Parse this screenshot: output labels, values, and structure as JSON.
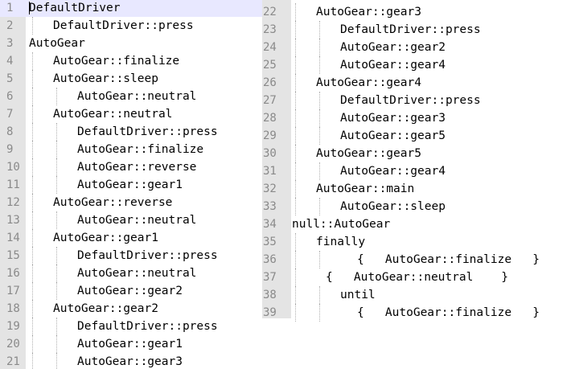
{
  "editor": {
    "left_pane": {
      "lines": [
        {
          "num": "1",
          "text": "DefaultDriver",
          "indent": 0,
          "current": true
        },
        {
          "num": "2",
          "text": "DefaultDriver::press",
          "indent": 1
        },
        {
          "num": "3",
          "text": "AutoGear",
          "indent": 0
        },
        {
          "num": "4",
          "text": "AutoGear::finalize",
          "indent": 1
        },
        {
          "num": "5",
          "text": "AutoGear::sleep",
          "indent": 1
        },
        {
          "num": "6",
          "text": "AutoGear::neutral",
          "indent": 2
        },
        {
          "num": "7",
          "text": "AutoGear::neutral",
          "indent": 1
        },
        {
          "num": "8",
          "text": "DefaultDriver::press",
          "indent": 2
        },
        {
          "num": "9",
          "text": "AutoGear::finalize",
          "indent": 2
        },
        {
          "num": "10",
          "text": "AutoGear::reverse",
          "indent": 2
        },
        {
          "num": "11",
          "text": "AutoGear::gear1",
          "indent": 2
        },
        {
          "num": "12",
          "text": "AutoGear::reverse",
          "indent": 1
        },
        {
          "num": "13",
          "text": "AutoGear::neutral",
          "indent": 2
        },
        {
          "num": "14",
          "text": "AutoGear::gear1",
          "indent": 1
        },
        {
          "num": "15",
          "text": "DefaultDriver::press",
          "indent": 2
        },
        {
          "num": "16",
          "text": "AutoGear::neutral",
          "indent": 2
        },
        {
          "num": "17",
          "text": "AutoGear::gear2",
          "indent": 2
        },
        {
          "num": "18",
          "text": "AutoGear::gear2",
          "indent": 1
        },
        {
          "num": "19",
          "text": "DefaultDriver::press",
          "indent": 2
        },
        {
          "num": "20",
          "text": "AutoGear::gear1",
          "indent": 2
        },
        {
          "num": "21",
          "text": "AutoGear::gear3",
          "indent": 2
        }
      ]
    },
    "right_pane": {
      "lines": [
        {
          "num": "22",
          "text": "AutoGear::gear3",
          "indent": 1
        },
        {
          "num": "23",
          "text": "DefaultDriver::press",
          "indent": 2
        },
        {
          "num": "24",
          "text": "AutoGear::gear2",
          "indent": 2
        },
        {
          "num": "25",
          "text": "AutoGear::gear4",
          "indent": 2
        },
        {
          "num": "26",
          "text": "AutoGear::gear4",
          "indent": 1
        },
        {
          "num": "27",
          "text": "DefaultDriver::press",
          "indent": 2
        },
        {
          "num": "28",
          "text": "AutoGear::gear3",
          "indent": 2
        },
        {
          "num": "29",
          "text": "AutoGear::gear5",
          "indent": 2
        },
        {
          "num": "30",
          "text": "AutoGear::gear5",
          "indent": 1
        },
        {
          "num": "31",
          "text": "AutoGear::gear4",
          "indent": 2
        },
        {
          "num": "32",
          "text": "AutoGear::main",
          "indent": 1
        },
        {
          "num": "33",
          "text": "AutoGear::sleep",
          "indent": 2
        },
        {
          "num": "34",
          "text": "null::AutoGear",
          "indent": 0
        },
        {
          "num": "35",
          "text": "finally",
          "indent": 1
        },
        {
          "num": "36",
          "text": "{   AutoGear::finalize   }",
          "indent": 2.7
        },
        {
          "num": "37",
          "text": "{   AutoGear::neutral    }",
          "indent": 1.4
        },
        {
          "num": "38",
          "text": "until",
          "indent": 2
        },
        {
          "num": "39",
          "text": "{   AutoGear::finalize   }",
          "indent": 2.7
        }
      ]
    },
    "colors": {
      "gutter_bg": "#e4e4e4",
      "line_number": "#8a8a8a",
      "current_line": "#e8e8ff",
      "text": "#000000"
    }
  }
}
